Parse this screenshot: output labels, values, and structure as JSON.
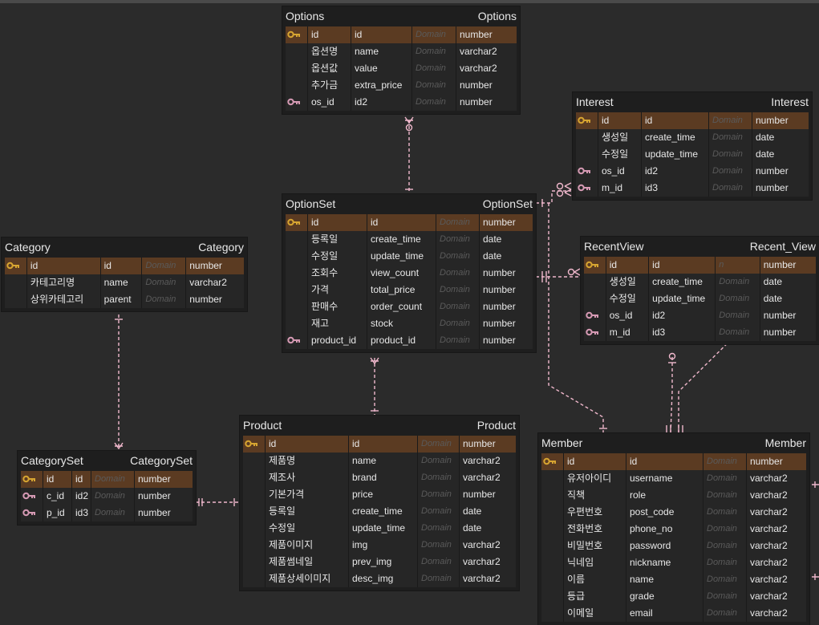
{
  "colors": {
    "background": "#2b2b2b",
    "entity_bg": "#1e1e1e",
    "row_bg": "#262626",
    "pk_row_bg": "#5b3b22",
    "pk_key": "#d7a531",
    "fk_key": "#d69ab4",
    "edge": "#f0b8cc"
  },
  "entities": [
    {
      "id": "options",
      "logical": "Options",
      "physical": "Options",
      "cols": [
        28,
        54,
        76,
        55,
        72
      ],
      "rows": [
        {
          "key": "pk",
          "logical": "id",
          "physical": "id",
          "domain": "Domain",
          "type": "number"
        },
        {
          "key": "",
          "logical": "옵션명",
          "physical": "name",
          "domain": "Domain",
          "type": "varchar2"
        },
        {
          "key": "",
          "logical": "옵션값",
          "physical": "value",
          "domain": "Domain",
          "type": "varchar2"
        },
        {
          "key": "",
          "logical": "추가금",
          "physical": "extra_price",
          "domain": "Domain",
          "type": "number"
        },
        {
          "key": "fk",
          "logical": "os_id",
          "physical": "id2",
          "domain": "Domain",
          "type": "number"
        }
      ]
    },
    {
      "id": "interest",
      "logical": "Interest",
      "physical": "Interest",
      "cols": [
        28,
        54,
        84,
        54,
        70
      ],
      "rows": [
        {
          "key": "pk",
          "logical": "id",
          "physical": "id",
          "domain": "Domain",
          "type": "number"
        },
        {
          "key": "",
          "logical": "생성일",
          "physical": "create_time",
          "domain": "Domain",
          "type": "date"
        },
        {
          "key": "",
          "logical": "수정일",
          "physical": "update_time",
          "domain": "Domain",
          "type": "date"
        },
        {
          "key": "fk",
          "logical": "os_id",
          "physical": "id2",
          "domain": "Domain",
          "type": "number"
        },
        {
          "key": "fk",
          "logical": "m_id",
          "physical": "id3",
          "domain": "Domain",
          "type": "number"
        }
      ]
    },
    {
      "id": "optionset",
      "logical": "OptionSet",
      "physical": "OptionSet",
      "cols": [
        28,
        74,
        86,
        54,
        66
      ],
      "rows": [
        {
          "key": "pk",
          "logical": "id",
          "physical": "id",
          "domain": "Domain",
          "type": "number"
        },
        {
          "key": "",
          "logical": "등록일",
          "physical": "create_time",
          "domain": "Domain",
          "type": "date"
        },
        {
          "key": "",
          "logical": "수정일",
          "physical": "update_time",
          "domain": "Domain",
          "type": "date"
        },
        {
          "key": "",
          "logical": "조회수",
          "physical": "view_count",
          "domain": "Domain",
          "type": "number"
        },
        {
          "key": "",
          "logical": "가격",
          "physical": "total_price",
          "domain": "Domain",
          "type": "number"
        },
        {
          "key": "",
          "logical": "판매수",
          "physical": "order_count",
          "domain": "Domain",
          "type": "number"
        },
        {
          "key": "",
          "logical": "재고",
          "physical": "stock",
          "domain": "Domain",
          "type": "number"
        },
        {
          "key": "fk",
          "logical": "product_id",
          "physical": "product_id",
          "domain": "Domain",
          "type": "number"
        }
      ]
    },
    {
      "id": "category",
      "logical": "Category",
      "physical": "Category",
      "cols": [
        28,
        92,
        52,
        55,
        72
      ],
      "rows": [
        {
          "key": "pk",
          "logical": "id",
          "physical": "id",
          "domain": "Domain",
          "type": "number"
        },
        {
          "key": "",
          "logical": "카테고리명",
          "physical": "name",
          "domain": "Domain",
          "type": "varchar2"
        },
        {
          "key": "",
          "logical": "상위카테고리",
          "physical": "parent",
          "domain": "Domain",
          "type": "number"
        }
      ]
    },
    {
      "id": "recentview",
      "logical": "RecentView",
      "physical": "Recent_View",
      "cols": [
        28,
        54,
        84,
        56,
        70
      ],
      "rows": [
        {
          "key": "pk",
          "logical": "id",
          "physical": "id",
          "domain": "n",
          "type": "number"
        },
        {
          "key": "",
          "logical": "생성일",
          "physical": "create_time",
          "domain": "Domain",
          "type": "date"
        },
        {
          "key": "",
          "logical": "수정일",
          "physical": "update_time",
          "domain": "Domain",
          "type": "date"
        },
        {
          "key": "fk",
          "logical": "os_id",
          "physical": "id2",
          "domain": "Domain",
          "type": "number"
        },
        {
          "key": "fk",
          "logical": "m_id",
          "physical": "id3",
          "domain": "Domain",
          "type": "number"
        }
      ]
    },
    {
      "id": "product",
      "logical": "Product",
      "physical": "Product",
      "cols": [
        28,
        104,
        86,
        52,
        70
      ],
      "rows": [
        {
          "key": "pk",
          "logical": "id",
          "physical": "id",
          "domain": "Domain",
          "type": "number"
        },
        {
          "key": "",
          "logical": "제품명",
          "physical": "name",
          "domain": "Domain",
          "type": "varchar2"
        },
        {
          "key": "",
          "logical": "제조사",
          "physical": "brand",
          "domain": "Domain",
          "type": "varchar2"
        },
        {
          "key": "",
          "logical": "기본가격",
          "physical": "price",
          "domain": "Domain",
          "type": "number"
        },
        {
          "key": "",
          "logical": "등록일",
          "physical": "create_time",
          "domain": "Domain",
          "type": "date"
        },
        {
          "key": "",
          "logical": "수정일",
          "physical": "update_time",
          "domain": "Domain",
          "type": "date"
        },
        {
          "key": "",
          "logical": "제품이미지",
          "physical": "img",
          "domain": "Domain",
          "type": "varchar2"
        },
        {
          "key": "",
          "logical": "제품썸네일",
          "physical": "prev_img",
          "domain": "Domain",
          "type": "varchar2"
        },
        {
          "key": "",
          "logical": "제품상세이미지",
          "physical": "desc_img",
          "domain": "Domain",
          "type": "varchar2"
        }
      ]
    },
    {
      "id": "categoryset",
      "logical": "CategorySet",
      "physical": "CategorySet",
      "cols": [
        28,
        36,
        24,
        54,
        70
      ],
      "rows": [
        {
          "key": "pk",
          "logical": "id",
          "physical": "id",
          "domain": "Domain",
          "type": "number"
        },
        {
          "key": "fk",
          "logical": "c_id",
          "physical": "id2",
          "domain": "Domain",
          "type": "number"
        },
        {
          "key": "fk",
          "logical": "p_id",
          "physical": "id3",
          "domain": "Domain",
          "type": "number"
        }
      ]
    },
    {
      "id": "member",
      "logical": "Member",
      "physical": "Member",
      "cols": [
        28,
        78,
        96,
        54,
        74
      ],
      "rows": [
        {
          "key": "pk",
          "logical": "id",
          "physical": "id",
          "domain": "Domain",
          "type": "number"
        },
        {
          "key": "",
          "logical": "유저아이디",
          "physical": "username",
          "domain": "Domain",
          "type": "varchar2"
        },
        {
          "key": "",
          "logical": "직책",
          "physical": "role",
          "domain": "Domain",
          "type": "varchar2"
        },
        {
          "key": "",
          "logical": "우편번호",
          "physical": "post_code",
          "domain": "Domain",
          "type": "varchar2"
        },
        {
          "key": "",
          "logical": "전화번호",
          "physical": "phone_no",
          "domain": "Domain",
          "type": "varchar2"
        },
        {
          "key": "",
          "logical": "비밀번호",
          "physical": "password",
          "domain": "Domain",
          "type": "varchar2"
        },
        {
          "key": "",
          "logical": "닉네임",
          "physical": "nickname",
          "domain": "Domain",
          "type": "varchar2"
        },
        {
          "key": "",
          "logical": "이름",
          "physical": "name",
          "domain": "Domain",
          "type": "varchar2"
        },
        {
          "key": "",
          "logical": "등급",
          "physical": "grade",
          "domain": "Domain",
          "type": "varchar2"
        },
        {
          "key": "",
          "logical": "이메일",
          "physical": "email",
          "domain": "Domain",
          "type": "varchar2"
        }
      ]
    }
  ]
}
